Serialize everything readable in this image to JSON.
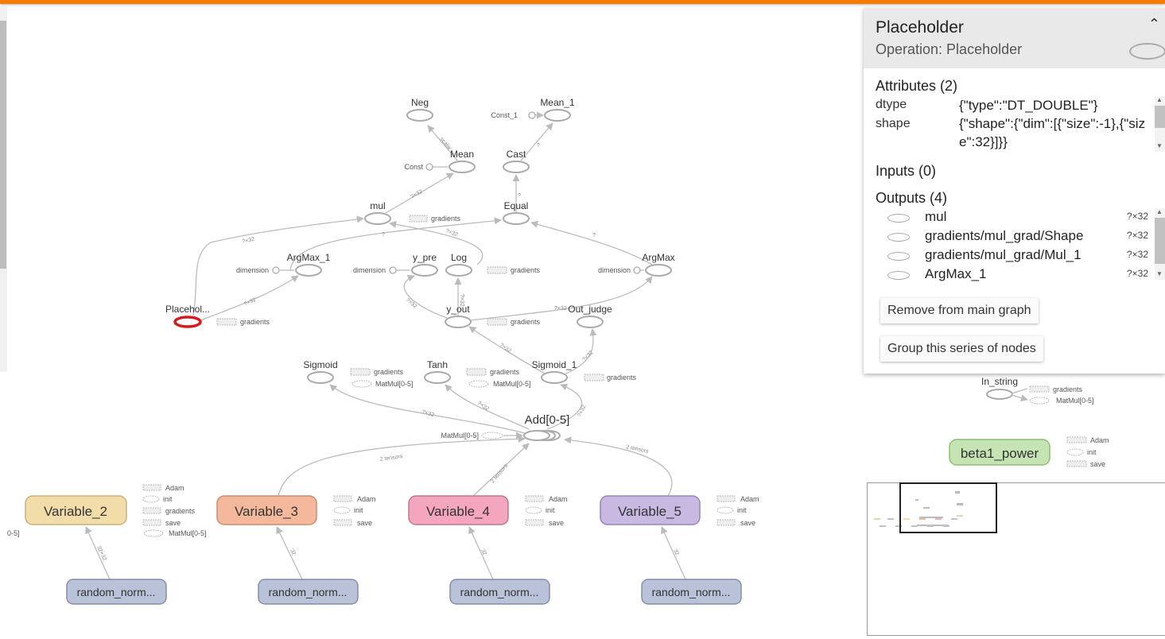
{
  "graph": {
    "nodes": {
      "neg": "Neg",
      "mean_1": "Mean_1",
      "const_1": "Const_1",
      "mean": "Mean",
      "const": "Const",
      "cast": "Cast",
      "mul": "mul",
      "equal": "Equal",
      "argmax_1": "ArgMax_1",
      "y_pre": "y_pre",
      "log": "Log",
      "argmax": "ArgMax",
      "dimension": "dimension",
      "placeholder": "Placehol...",
      "y_out": "y_out",
      "out_judge": "Out_judge",
      "sigmoid": "Sigmoid",
      "tanh": "Tanh",
      "sigmoid_1": "Sigmoid_1",
      "add": "Add[0-5]",
      "matmul": "MatMul[0-5]",
      "variable_2": "Variable_2",
      "variable_3": "Variable_3",
      "variable_4": "Variable_4",
      "variable_5": "Variable_5",
      "random_norm": "random_norm...",
      "in_string": "In_string",
      "beta1_power": "beta1_power",
      "gradients": "gradients",
      "adam": "Adam",
      "init": "init",
      "save": "save",
      "left_cut": "0-5]"
    },
    "edge_labels": {
      "scalar": "scalar",
      "q": "?",
      "q32": "?×32",
      "two_tensors": "2 tensors",
      "s32x32": "32×32",
      "s32": "32"
    },
    "selected_node": "Placeholder",
    "colors": {
      "selected": "#d91a1a",
      "variable_2": "#f2dcaa",
      "variable_3": "#f4b99c",
      "variable_4": "#f4a6bf",
      "variable_5": "#c8b9e3",
      "random_norm": "#b9c2d8",
      "beta1_power": "#c5e3b3",
      "accent": "#f57c00"
    }
  },
  "info_panel": {
    "title": "Placeholder",
    "subtitle": "Operation: Placeholder",
    "attributes_header": "Attributes (2)",
    "attributes": [
      {
        "key": "dtype",
        "value": "{\"type\":\"DT_DOUBLE\"}"
      },
      {
        "key": "shape",
        "value": "{\"shape\":{\"dim\":[{\"size\":-1},{\"size\":32}]}}"
      }
    ],
    "inputs_header": "Inputs (0)",
    "outputs_header": "Outputs (4)",
    "outputs": [
      {
        "name": "mul",
        "shape": "?×32"
      },
      {
        "name": "gradients/mul_grad/Shape",
        "shape": "?×32"
      },
      {
        "name": "gradients/mul_grad/Mul_1",
        "shape": "?×32"
      },
      {
        "name": "ArgMax_1",
        "shape": "?×32"
      }
    ],
    "remove_button": "Remove from main graph",
    "group_button": "Group this series of nodes"
  }
}
